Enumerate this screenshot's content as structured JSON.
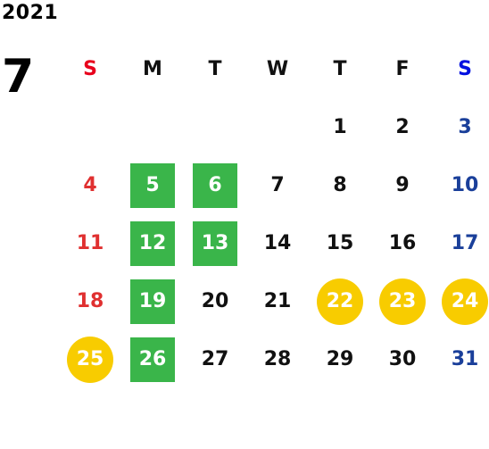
{
  "calendar": {
    "year": "2021",
    "month": "7",
    "weekdays": [
      "S",
      "M",
      "T",
      "W",
      "T",
      "F",
      "S"
    ],
    "weeks": [
      [
        "",
        "",
        "",
        "",
        "1",
        "2",
        "3"
      ],
      [
        "4",
        "5",
        "6",
        "7",
        "8",
        "9",
        "10"
      ],
      [
        "11",
        "12",
        "13",
        "14",
        "15",
        "16",
        "17"
      ],
      [
        "18",
        "19",
        "20",
        "21",
        "22",
        "23",
        "24"
      ],
      [
        "25",
        "26",
        "27",
        "28",
        "29",
        "30",
        "31"
      ]
    ],
    "green_highlight_days": [
      "5",
      "6",
      "12",
      "13",
      "19",
      "26"
    ],
    "yellow_highlight_days": [
      "22",
      "23",
      "24",
      "25"
    ]
  },
  "colors": {
    "green_highlight": "#3ab54a",
    "yellow_highlight": "#f8cc00",
    "sunday_header": "#e8001c",
    "saturday_header": "#0010e0",
    "sunday_text": "#e03030",
    "saturday_text": "#1a3f9a"
  }
}
